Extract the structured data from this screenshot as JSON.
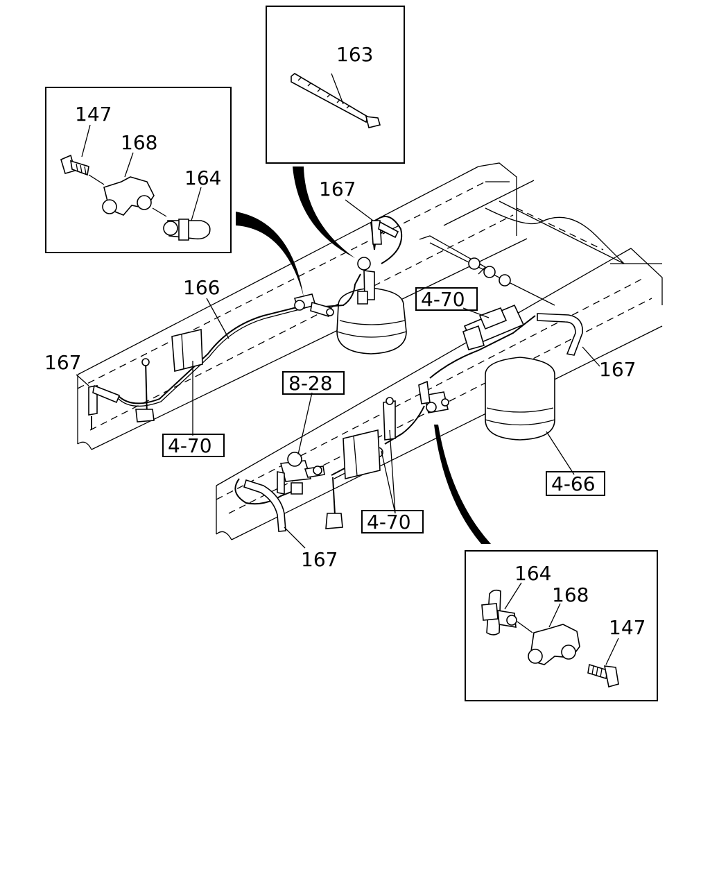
{
  "labels": {
    "inset_tr_tie": "163",
    "inset_tl_bolt": "147",
    "inset_tl_cross": "168",
    "inset_tl_fitting": "164",
    "hose_top_center": "167",
    "hose_left": "167",
    "hose_right": "167",
    "hose_bottom": "167",
    "tube_166": "166",
    "inset_br_fitting": "164",
    "inset_br_cross": "168",
    "inset_br_bolt": "147"
  },
  "references": {
    "ref_upper_right": "4-70",
    "ref_left": "4-70",
    "ref_center": "4-70",
    "ref_valve": "8-28",
    "ref_airbag": "4-66"
  }
}
